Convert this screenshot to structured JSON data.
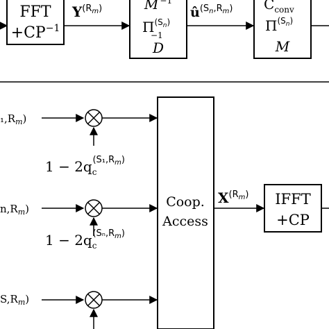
{
  "top_row": {
    "fft_block": {
      "line1": "FFT",
      "line2": "+CP",
      "line2_sup": "−1"
    },
    "signal_y": {
      "main": "Y",
      "sup": "(R",
      "sub": "m",
      "close": ")"
    },
    "decoder_block": {
      "line1_main": "M",
      "line1_sup": "−1",
      "line2_main": "Π",
      "line2_sup": "(S",
      "line2_sup_sub": "n",
      "line2_close": ")",
      "line2_sub": "−1",
      "line3_main": "D"
    },
    "signal_u": {
      "main": "û",
      "sup": "(S",
      "sub": "n",
      "sep": ",R",
      "sub2": "m",
      "close": ")"
    },
    "encoder_block": {
      "line1_main": "C",
      "line1_sub": "conv",
      "line2_main": "Π",
      "line2_sup": "(S",
      "line2_sup_sub": "n",
      "line2_close": ")",
      "line3_main": "M"
    }
  },
  "bottom_diagram": {
    "inputs": [
      {
        "label": "₁,R",
        "sub": "m",
        "close": ")"
      },
      {
        "label": "n,R",
        "sub": "m",
        "close": ")"
      },
      {
        "label": "S,R",
        "sub": "m",
        "close": ")"
      }
    ],
    "weights": [
      {
        "prefix": "1 − 2q",
        "sub": "c",
        "sup": "(S₁,R",
        "sup_sub": "m",
        "sup_close": ")"
      },
      {
        "prefix": "1 − 2q",
        "sub": "c",
        "sup": "(Sₙ,R",
        "sup_sub": "m",
        "sup_close": ")"
      }
    ],
    "coop_block": {
      "line1": "Coop.",
      "line2": "Access"
    },
    "signal_x": {
      "main": "X",
      "sup": "(R",
      "sub": "m",
      "close": ")"
    },
    "ifft_block": {
      "line1": "IFFT",
      "line2": "+CP"
    }
  }
}
